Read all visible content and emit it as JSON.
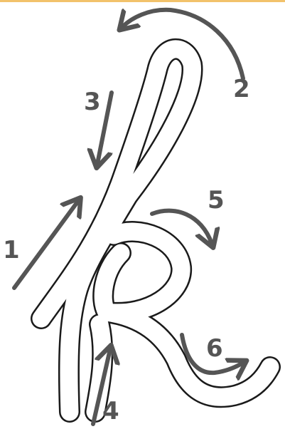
{
  "colors": {
    "accent_bar": "#f2c26b",
    "outline": "#1a1a1a",
    "arrow": "#555555",
    "background": "#ffffff"
  },
  "strokes": [
    {
      "label": "1",
      "icon": "arrow-up-right"
    },
    {
      "label": "2",
      "icon": "arrow-curve-left"
    },
    {
      "label": "3",
      "icon": "arrow-down"
    },
    {
      "label": "4",
      "icon": "arrow-up"
    },
    {
      "label": "5",
      "icon": "arrow-curve-right"
    },
    {
      "label": "6",
      "icon": "arrow-curve-right"
    }
  ]
}
